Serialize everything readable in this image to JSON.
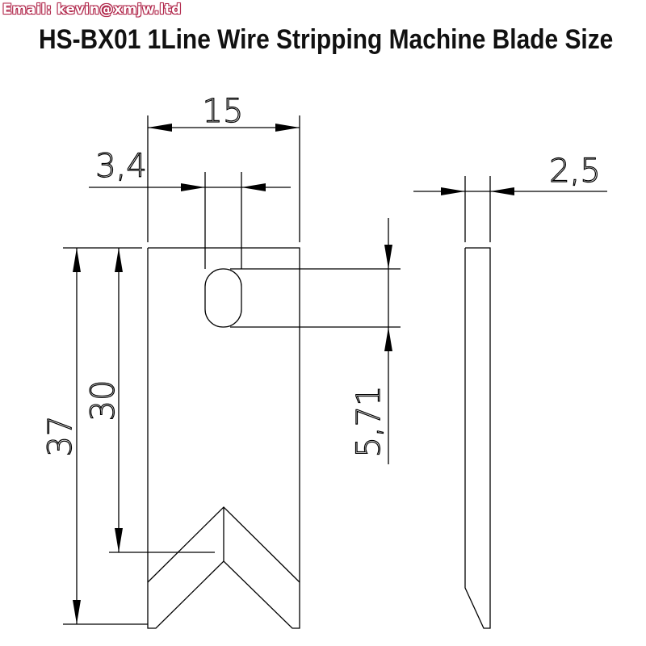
{
  "header": {
    "email": "Email: kevin@xmjw.ltd",
    "title": "HS-BX01 1Line Wire Stripping Machine Blade Size"
  },
  "dimensions": {
    "width": "15",
    "slot_width": "3,4",
    "thickness": "2,5",
    "total_height": "37",
    "notch_depth": "30",
    "slot_height": "5,71"
  }
}
